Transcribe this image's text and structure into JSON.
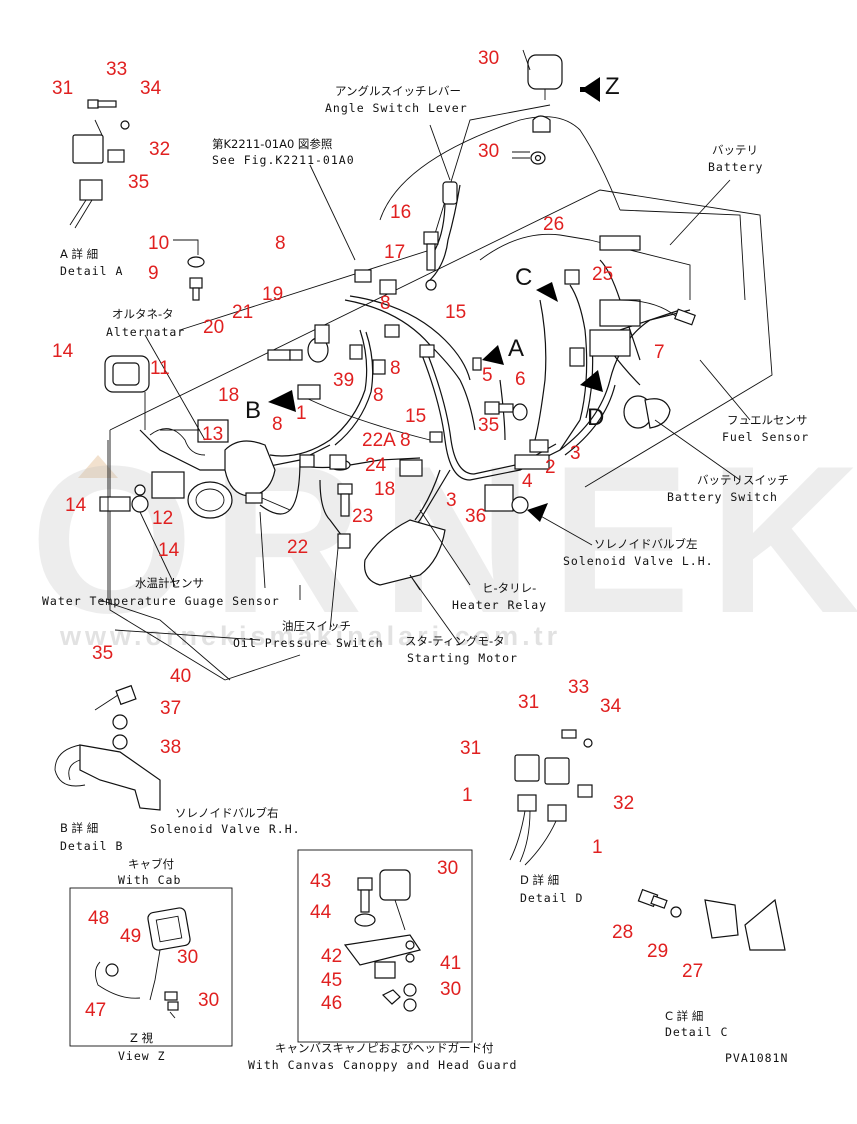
{
  "watermark": {
    "brand": "ORNEK",
    "url": "www.ornekismakinalari.com.tr"
  },
  "drawing_code": "PVA1081N",
  "view_letters": {
    "A": "A",
    "B": "B",
    "C": "C",
    "D": "D",
    "Z": "Z"
  },
  "labels": {
    "angle_switch_jp": "アングルスイッチレバー",
    "angle_switch_en": "Angle Switch Lever",
    "see_fig_jp": "第K2211-01A0 図参照",
    "see_fig_en": "See Fig.K2211-01A0",
    "battery_jp": "バッテリ",
    "battery_en": "Battery",
    "detail_a_jp": "A 詳 細",
    "detail_a_en": "Detail A",
    "alternator_jp": "オルタネ-タ",
    "alternator_en": "Alternatar",
    "fuel_sensor_jp": "フュエルセンサ",
    "fuel_sensor_en": "Fuel Sensor",
    "battery_switch_jp": "バッテリスイッチ",
    "battery_switch_en": "Battery Switch",
    "solenoid_lh_jp": "ソレノイドバルブ左",
    "solenoid_lh_en": "Solenoid Valve L.H.",
    "heater_relay_jp": "ヒ-タリレ-",
    "heater_relay_en": "Heater Relay",
    "water_temp_jp": "水温計センサ",
    "water_temp_en": "Water Temperature Guage Sensor",
    "oil_pressure_jp": "油圧スイッチ",
    "oil_pressure_en": "Oil Pressure Switch",
    "starting_motor_jp": "スタ-ティングモ-タ",
    "starting_motor_en": "Starting Motor",
    "solenoid_rh_jp": "ソレノイドバルブ右",
    "solenoid_rh_en": "Solenoid Valve R.H.",
    "detail_b_jp": "B 詳 細",
    "detail_b_en": "Detail B",
    "detail_d_jp": "D 詳 細",
    "detail_d_en": "Detail D",
    "with_cab_jp": "キャブ付",
    "with_cab_en": "With Cab",
    "view_z_jp": "Z 視",
    "view_z_en": "View Z",
    "canopy_jp": "キャンバスキャノピおよびヘッドガード付",
    "canopy_en": "With Canvas Canoppy and Head Guard",
    "detail_c_jp": "C 詳 細",
    "detail_c_en": "Detail C"
  },
  "callouts": {
    "c30a": "30",
    "c30b": "30",
    "c31a": "31",
    "c33a": "33",
    "c34a": "34",
    "c32a": "32",
    "c35a": "35",
    "c16": "16",
    "c17": "17",
    "c26": "26",
    "c25": "25",
    "c10": "10",
    "c9": "9",
    "c8a": "8",
    "c8b": "8",
    "c19": "19",
    "c21": "21",
    "c20": "20",
    "c15a": "15",
    "c14a": "14",
    "c11": "11",
    "c39": "39",
    "c8c": "8",
    "c5": "5",
    "c6": "6",
    "c7": "7",
    "c18a": "18",
    "c8d": "8",
    "c8e": "8",
    "c1a": "1",
    "c35b": "35",
    "c15b": "15",
    "c8f": "8",
    "c13": "13",
    "c22a": "22A",
    "c24": "24",
    "c2": "2",
    "c3a": "3",
    "c4": "4",
    "c18b": "18",
    "c3b": "3",
    "c14b": "14",
    "c12": "12",
    "c14c": "14",
    "c23": "23",
    "c36": "36",
    "c22": "22",
    "c35c": "35",
    "c40": "40",
    "c37": "37",
    "c38": "38",
    "c33b": "33",
    "c31b": "31",
    "c34b": "34",
    "c31c": "31",
    "c1b": "1",
    "c32b": "32",
    "c1c": "1",
    "c48": "48",
    "c49": "49",
    "c30c": "30",
    "c30d": "30",
    "c47": "47",
    "c43": "43",
    "c30e": "30",
    "c44": "44",
    "c42": "42",
    "c41": "41",
    "c45": "45",
    "c30f": "30",
    "c46": "46",
    "c28": "28",
    "c29": "29",
    "c27": "27"
  }
}
